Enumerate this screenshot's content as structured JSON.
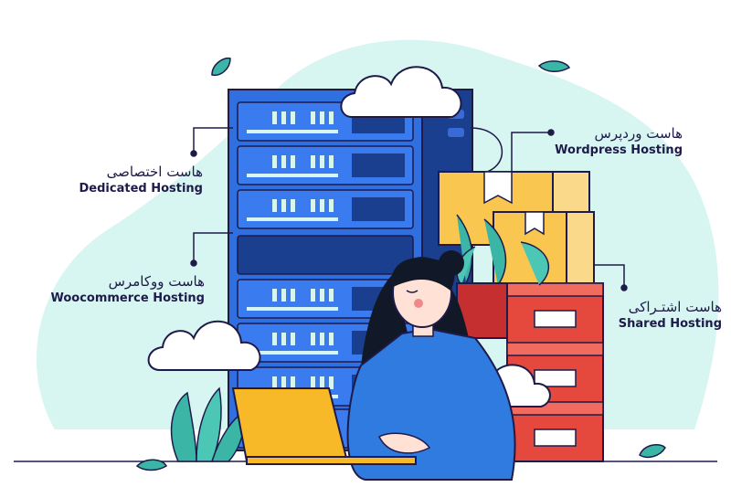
{
  "labels": {
    "dedicated": {
      "fa": "هاست اختصاصی",
      "en": "Dedicated Hosting"
    },
    "woocommerce": {
      "fa": "هاست ووکامرس",
      "en": "Woocommerce Hosting"
    },
    "wordpress": {
      "fa": "هاست وردپرس",
      "en": "Wordpress Hosting"
    },
    "shared": {
      "fa": "هاست اشتـراکی",
      "en": "Shared Hosting"
    }
  },
  "colors": {
    "blob": "#d7f5f1",
    "server": "#2f6fe0",
    "server_dark": "#1b3f8f",
    "box": "#f9c74f",
    "drawer": "#e5483c",
    "laptop": "#f7b928",
    "shirt": "#2f7be0",
    "hair": "#111827",
    "plant": "#3bb5a5",
    "outline": "#1e1b4b"
  },
  "icons": [
    "server-rack-icon",
    "cloud-icon",
    "box-icon",
    "plant-icon",
    "laptop-icon",
    "leaf-icon",
    "drawer-cabinet-icon"
  ]
}
